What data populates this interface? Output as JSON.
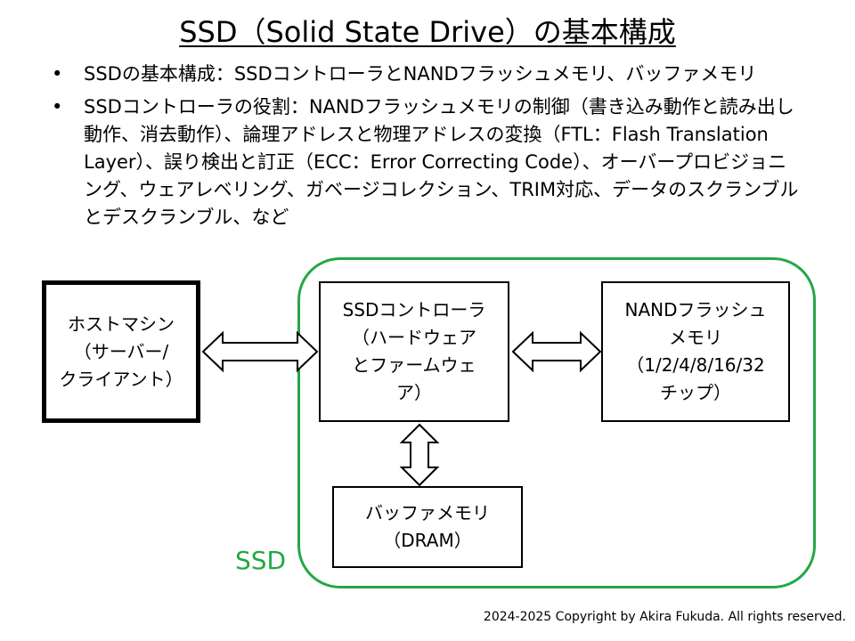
{
  "title": "SSD（Solid State Drive）の基本構成",
  "bullets": [
    "SSDの基本構成：SSDコントローラとNANDフラッシュメモリ、バッファメモリ",
    "SSDコントローラの役割：NANDフラッシュメモリの制御（書き込み動作と読み出し動作、消去動作）、論理アドレスと物理アドレスの変換（FTL：Flash Translation Layer）、誤り検出と訂正（ECC：Error Correcting Code）、オーバープロビジョニング、ウェアレベリング、ガベージコレクション、TRIM対応、データのスクランブルとデスクランブル、など"
  ],
  "diagram": {
    "host": "ホストマシン\n（サーバー/\nクライアント）",
    "controller": "SSDコントローラ\n（ハードウェア\nとファームウェ\nア）",
    "nand": "NANDフラッシュ\nメモリ\n（1/2/4/8/16/32\nチップ）",
    "buffer": "バッファメモリ\n（DRAM）",
    "ssd_label": "SSD"
  },
  "colors": {
    "ssd_region": "#22a845",
    "ssd_label": "#22a845"
  },
  "footer": "2024-2025 Copyright by Akira Fukuda. All rights reserved."
}
